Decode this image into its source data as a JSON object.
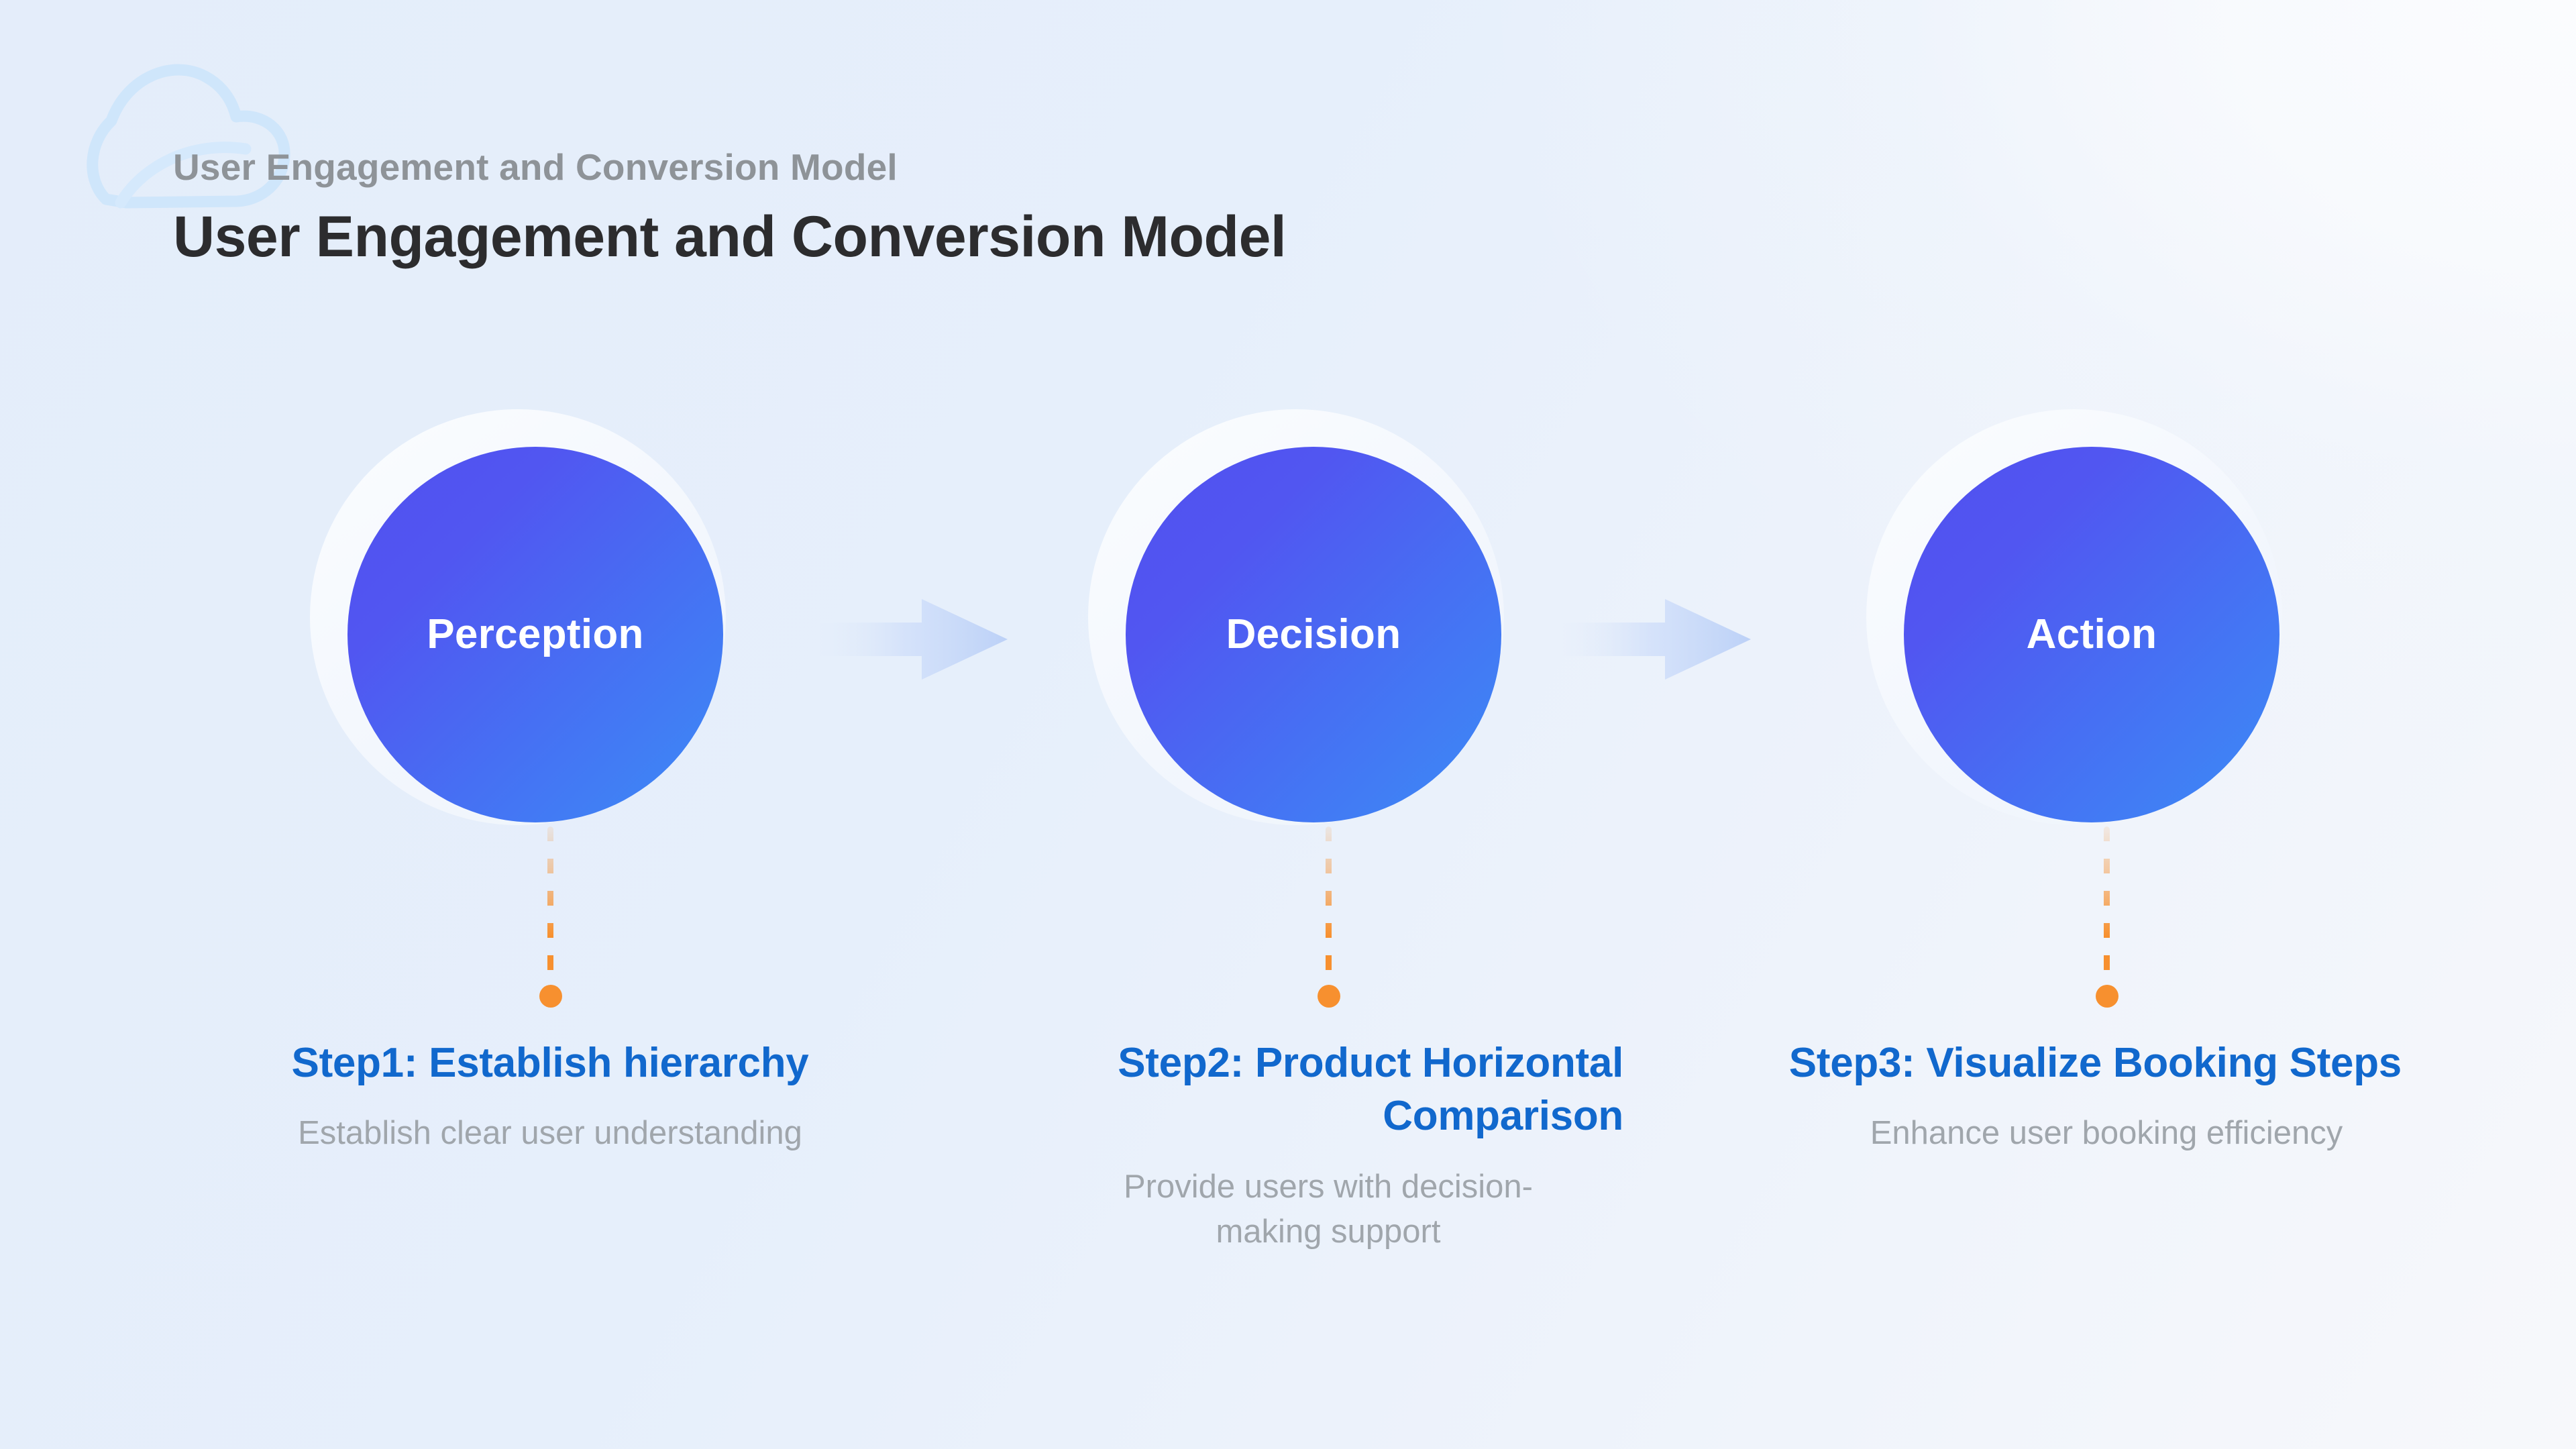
{
  "header": {
    "eyebrow": "User Engagement and Conversion Model",
    "title": "User Engagement and Conversion Model"
  },
  "logo": {
    "icon": "cloud-swoosh-icon"
  },
  "colors": {
    "accent_blue": "#1168cd",
    "node_gradient_start": "#5150f0",
    "node_gradient_end": "#3c8cf6",
    "connector_orange": "#f7902f",
    "background_light_blue": "#e5eefa",
    "background_white": "#f7f8fb",
    "muted_text": "#a0a6ac",
    "eyebrow_text": "#8e9398",
    "title_text": "#2c2c2e",
    "arrow_blue": "#bed2f6"
  },
  "flow": {
    "nodes": [
      {
        "label": "Perception"
      },
      {
        "label": "Decision"
      },
      {
        "label": "Action"
      }
    ],
    "arrows": [
      {
        "icon": "arrow-right-icon"
      },
      {
        "icon": "arrow-right-icon"
      }
    ]
  },
  "steps": [
    {
      "title": "Step1: Establish hierarchy",
      "description": "Establish clear user understanding"
    },
    {
      "title": "Step2: Product Horizontal Comparison",
      "description": "Provide users with decision-making support"
    },
    {
      "title": "Step3:  Visualize Booking Steps",
      "description": "Enhance user booking efficiency"
    }
  ]
}
